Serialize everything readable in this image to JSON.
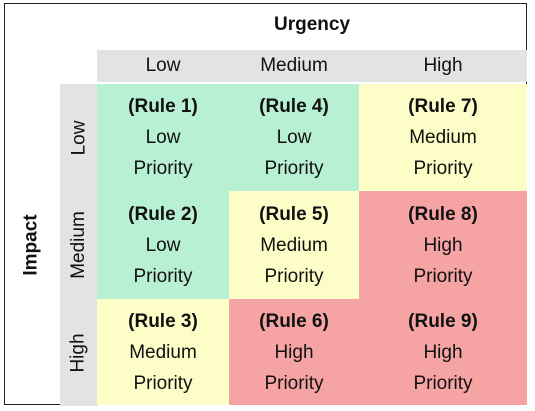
{
  "urgency": {
    "title": "Urgency",
    "levels": [
      "Low",
      "Medium",
      "High"
    ]
  },
  "impact": {
    "title": "Impact",
    "levels": [
      "Low",
      "Medium",
      "High"
    ]
  },
  "colors": {
    "low_priority": "#b8f0d4",
    "medium_priority": "#fdfdc8",
    "high_priority": "#f6a3a3",
    "header_gray": "#e3e3e3"
  },
  "cells": [
    [
      {
        "rule": "(Rule 1)",
        "line1": "Low",
        "line2": "Priority",
        "level": "low"
      },
      {
        "rule": "(Rule 4)",
        "line1": "Low",
        "line2": "Priority",
        "level": "low"
      },
      {
        "rule": "(Rule 7)",
        "line1": "Medium",
        "line2": "Priority",
        "level": "medium"
      }
    ],
    [
      {
        "rule": "(Rule 2)",
        "line1": "Low",
        "line2": "Priority",
        "level": "low"
      },
      {
        "rule": "(Rule 5)",
        "line1": "Medium",
        "line2": "Priority",
        "level": "medium"
      },
      {
        "rule": "(Rule 8)",
        "line1": "High",
        "line2": "Priority",
        "level": "high"
      }
    ],
    [
      {
        "rule": "(Rule 3)",
        "line1": "Medium",
        "line2": "Priority",
        "level": "medium"
      },
      {
        "rule": "(Rule 6)",
        "line1": "High",
        "line2": "Priority",
        "level": "high"
      },
      {
        "rule": "(Rule 9)",
        "line1": "High",
        "line2": "Priority",
        "level": "high"
      }
    ]
  ]
}
